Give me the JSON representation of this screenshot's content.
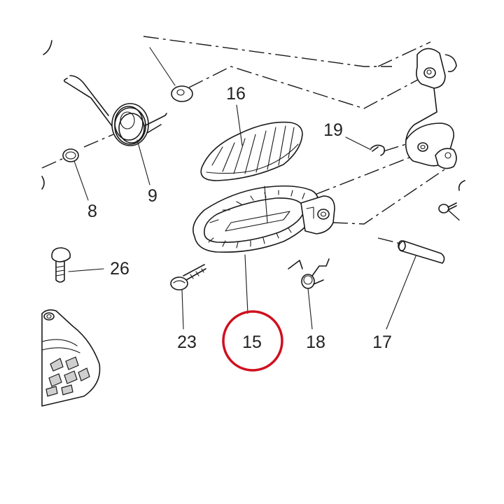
{
  "diagram": {
    "highlight_color": "#d0101e",
    "line_color": "#1a1a1a",
    "callouts": {
      "c8": "8",
      "c9": "9",
      "c15": "15",
      "c16": "16",
      "c17": "17",
      "c18": "18",
      "c19": "19",
      "c23": "23",
      "c26": "26"
    },
    "highlighted_callout": "15"
  }
}
